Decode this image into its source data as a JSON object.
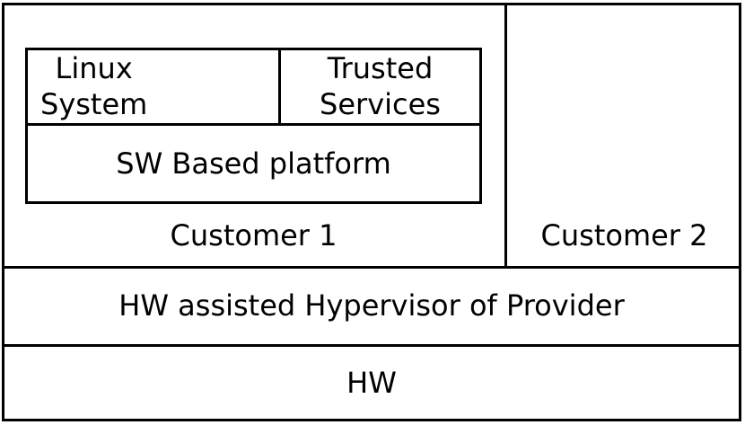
{
  "diagram": {
    "customer1": {
      "label": "Customer 1",
      "linux_system": {
        "line1": "Linux",
        "line2": "System"
      },
      "trusted_services": {
        "line1": "Trusted",
        "line2": "Services"
      },
      "sw_platform": {
        "label": "SW Based platform"
      }
    },
    "customer2": {
      "label": "Customer 2"
    },
    "hypervisor": {
      "label": "HW assisted Hypervisor of Provider"
    },
    "hardware": {
      "label": "HW"
    }
  },
  "colors": {
    "background": "#ffffff",
    "line": "#000000",
    "text": "#000000"
  }
}
